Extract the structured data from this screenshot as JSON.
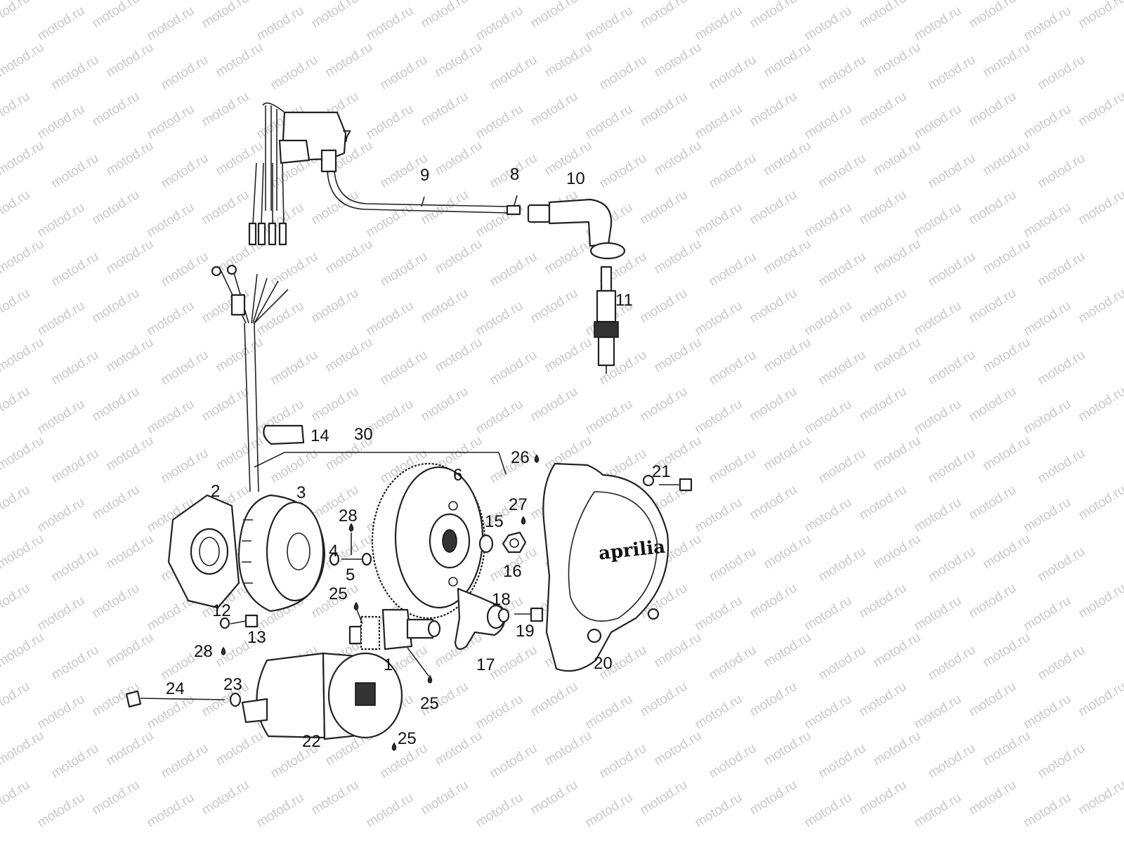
{
  "watermark": {
    "text": "motod.ru",
    "color": "#c9c9c9"
  },
  "logo": {
    "text": "aprilia"
  },
  "callouts": [
    {
      "id": "1",
      "text": "1"
    },
    {
      "id": "2",
      "text": "2"
    },
    {
      "id": "3",
      "text": "3"
    },
    {
      "id": "4",
      "text": "4"
    },
    {
      "id": "5",
      "text": "5"
    },
    {
      "id": "6",
      "text": "6"
    },
    {
      "id": "7",
      "text": "7"
    },
    {
      "id": "8",
      "text": "8"
    },
    {
      "id": "9",
      "text": "9"
    },
    {
      "id": "10",
      "text": "10"
    },
    {
      "id": "11",
      "text": "11"
    },
    {
      "id": "12",
      "text": "12"
    },
    {
      "id": "13",
      "text": "13"
    },
    {
      "id": "14",
      "text": "14"
    },
    {
      "id": "15",
      "text": "15"
    },
    {
      "id": "16",
      "text": "16"
    },
    {
      "id": "17",
      "text": "17"
    },
    {
      "id": "18",
      "text": "18"
    },
    {
      "id": "19",
      "text": "19"
    },
    {
      "id": "20",
      "text": "20"
    },
    {
      "id": "21",
      "text": "21"
    },
    {
      "id": "22",
      "text": "22"
    },
    {
      "id": "23",
      "text": "23"
    },
    {
      "id": "24",
      "text": "24"
    },
    {
      "id": "25a",
      "text": "25"
    },
    {
      "id": "25b",
      "text": "25"
    },
    {
      "id": "25c",
      "text": "25"
    },
    {
      "id": "26",
      "text": "26"
    },
    {
      "id": "27",
      "text": "27"
    },
    {
      "id": "28a",
      "text": "28"
    },
    {
      "id": "28b",
      "text": "28"
    },
    {
      "id": "30",
      "text": "30"
    }
  ]
}
